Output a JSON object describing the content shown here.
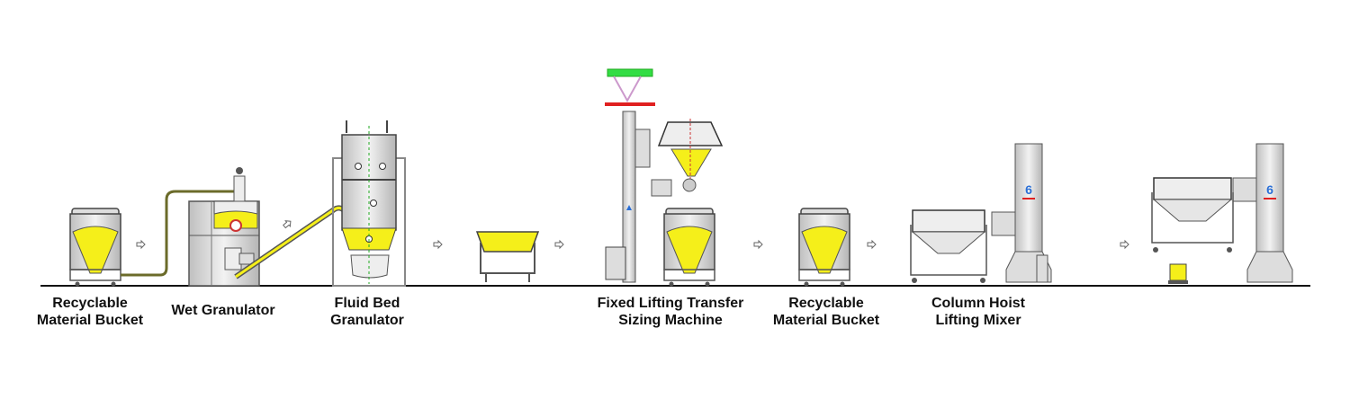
{
  "labels": {
    "bucket1": [
      "Recyclable",
      "Material Bucket"
    ],
    "wet_granulator": [
      "Wet Granulator"
    ],
    "fluid_bed": [
      "Fluid Bed",
      "Granulator"
    ],
    "lifting_transfer": [
      "Fixed Lifting Transfer",
      "Sizing Machine"
    ],
    "bucket2": [
      "Recyclable",
      "Material Bucket"
    ],
    "column_hoist": [
      "Column Hoist",
      "Lifting Mixer"
    ]
  },
  "colors": {
    "material": "#f5ef1a",
    "pipe": "#6b6b2a",
    "steel": "#d8d8d8",
    "outline": "#444444",
    "clamp_red": "#e02020",
    "top_green": "#33dd44",
    "brand_blue": "#2a6fd6"
  }
}
